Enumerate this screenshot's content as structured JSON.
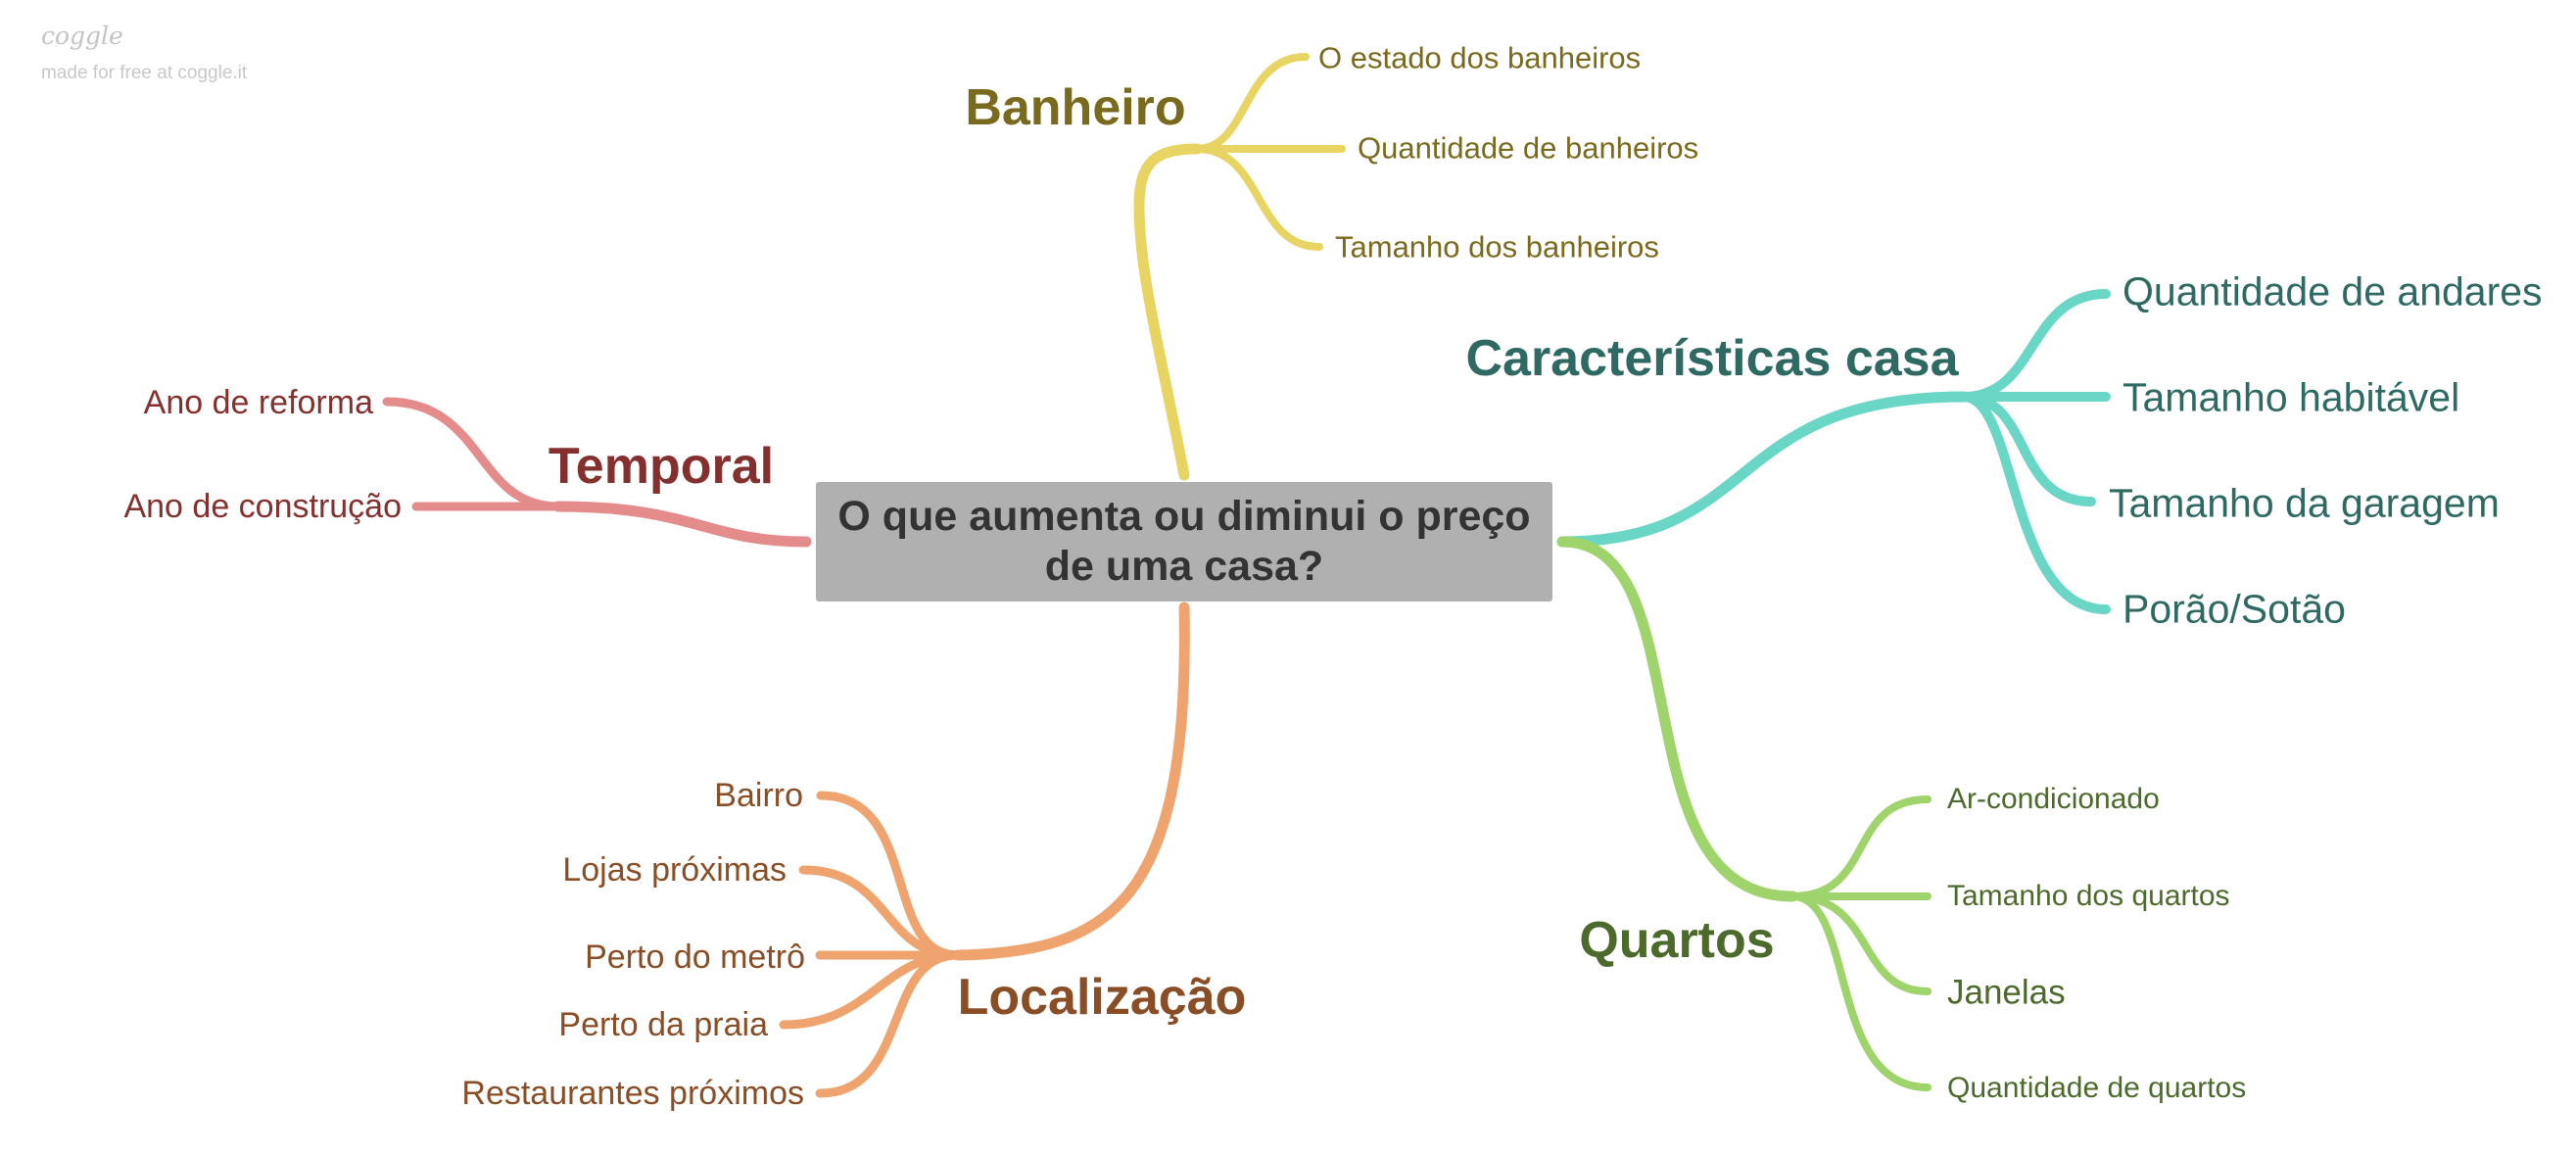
{
  "watermark": {
    "logo": "coggle",
    "credit": "made for free at coggle.it"
  },
  "central": {
    "title": "O que aumenta ou diminui o preço de uma casa?"
  },
  "branches": {
    "banheiro": {
      "label": "Banheiro",
      "color": "#e8d463",
      "text_color": "#7a6a1e",
      "children": [
        "O estado dos banheiros",
        "Quantidade de banheiros",
        "Tamanho dos banheiros"
      ]
    },
    "caracteristicas": {
      "label": "Características casa",
      "color": "#6ad6c6",
      "text_color": "#2e6a62",
      "children": [
        "Quantidade de andares",
        "Tamanho habitável",
        "Tamanho da garagem",
        "Porão/Sotão"
      ]
    },
    "quartos": {
      "label": "Quartos",
      "color": "#9fd36b",
      "text_color": "#4c6a2c",
      "children": [
        "Ar-condicionado",
        "Tamanho dos quartos",
        "Janelas",
        "Quantidade de quartos"
      ]
    },
    "localizacao": {
      "label": "Localização",
      "color": "#efa470",
      "text_color": "#8a4e26",
      "children": [
        "Bairro",
        "Lojas próximas",
        "Perto do metrô",
        "Perto da praia",
        "Restaurantes próximos"
      ]
    },
    "temporal": {
      "label": "Temporal",
      "color": "#e48c8c",
      "text_color": "#84302e",
      "children": [
        "Ano de reforma",
        "Ano de construção"
      ]
    }
  }
}
